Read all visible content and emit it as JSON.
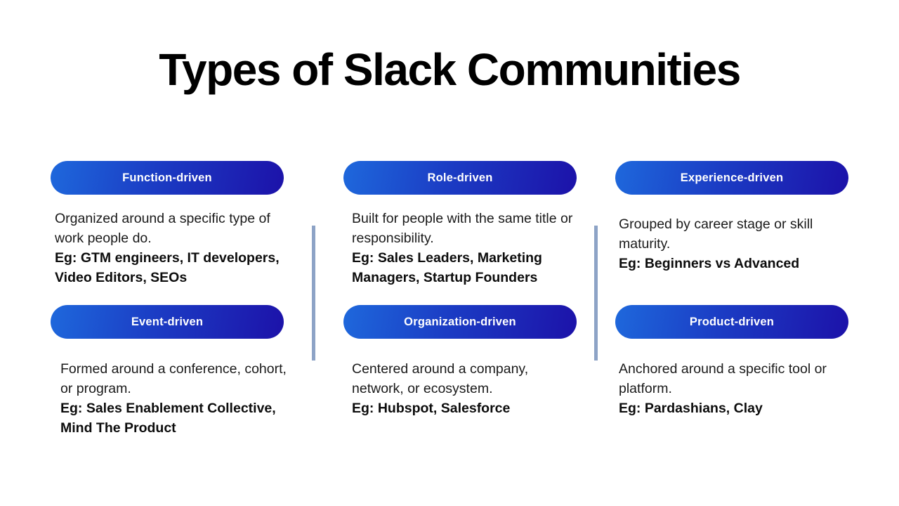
{
  "title": "Types of Slack Communities",
  "theme": {
    "background": "#ffffff",
    "pill_gradient_start": "#1e68dc",
    "pill_gradient_end": "#1c12a9",
    "pill_text_color": "#ffffff",
    "divider_color": "#8da3c6",
    "body_text_color": "#1a1a1a"
  },
  "cards": [
    {
      "label": "Function-driven",
      "description": "Organized around a specific type of work people do.",
      "example": "Eg: GTM engineers, IT developers, Video Editors, SEOs"
    },
    {
      "label": "Role-driven",
      "description": "Built for people with the same title or responsibility.",
      "example": "Eg: Sales Leaders, Marketing Managers, Startup Founders"
    },
    {
      "label": "Experience-driven",
      "description": "Grouped by career stage or skill maturity.",
      "example": "Eg: Beginners vs Advanced"
    },
    {
      "label": "Event-driven",
      "description": "Formed around a conference, cohort, or program.",
      "example": "Eg: Sales Enablement Collective, Mind The Product"
    },
    {
      "label": "Organization-driven",
      "description": "Centered around a company, network, or ecosystem.",
      "example": "Eg: Hubspot, Salesforce"
    },
    {
      "label": "Product-driven",
      "description": "Anchored around a specific tool or platform.",
      "example": "Eg: Pardashians, Clay"
    }
  ]
}
